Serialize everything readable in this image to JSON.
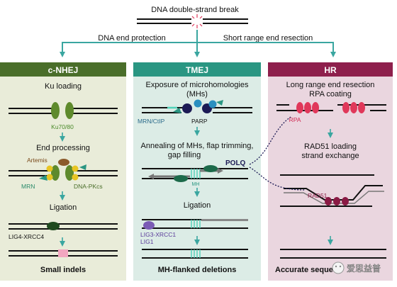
{
  "top": {
    "title": "DNA double-strand break",
    "left_branch": "DNA end protection",
    "right_branch": "Short range end resection"
  },
  "panels": {
    "nhej": {
      "header": "c-NHEJ",
      "step1": "Ku loading",
      "ku_label": "Ku70/80",
      "step2": "End processing",
      "artemis_label": "Artemis",
      "mrn_label": "MRN",
      "dnapk_label": "DNA-PKcs",
      "step3": "Ligation",
      "lig_label": "LIG4-XRCC4",
      "outcome": "Small indels"
    },
    "tmej": {
      "header": "TMEJ",
      "step1_line1": "Exposure of microhomologies",
      "step1_line2": "(MHs)",
      "mrn_label": "MRN/CtIP",
      "parp_label": "PARP",
      "step2_line1": "Annealing of MHs, flap trimming,",
      "step2_line2": "gap filling",
      "polq_label": "POLQ",
      "mh_label": "MH",
      "step3": "Ligation",
      "lig_label_1": "LIG3-XRCC1",
      "lig_label_2": "LIG1",
      "outcome": "MH-flanked deletions"
    },
    "hr": {
      "header": "HR",
      "step1_line1": "Long range end resection",
      "step1_line2": "RPA coating",
      "rpa_label": "RPA",
      "step2_line1": "RAD51 loading",
      "step2_line2": "strand exchange",
      "rad51_label": "RAD51",
      "outcome": "Accurate seque"
    }
  },
  "watermark": "爱思益普",
  "colors": {
    "nhej_header": "#4a6e2a",
    "nhej_bg": "#e9ecd9",
    "tmej_header": "#2a9682",
    "tmej_bg": "#dcece6",
    "hr_header": "#8e1f4c",
    "hr_bg": "#ead6df",
    "arrow_teal": "#3aa6a0",
    "ku_green": "#5e8a2c",
    "parp_navy": "#1c1a55",
    "rpa_red": "#e0385a",
    "rad51_maroon": "#8a1a44",
    "lig_purple": "#7b5bb5"
  }
}
